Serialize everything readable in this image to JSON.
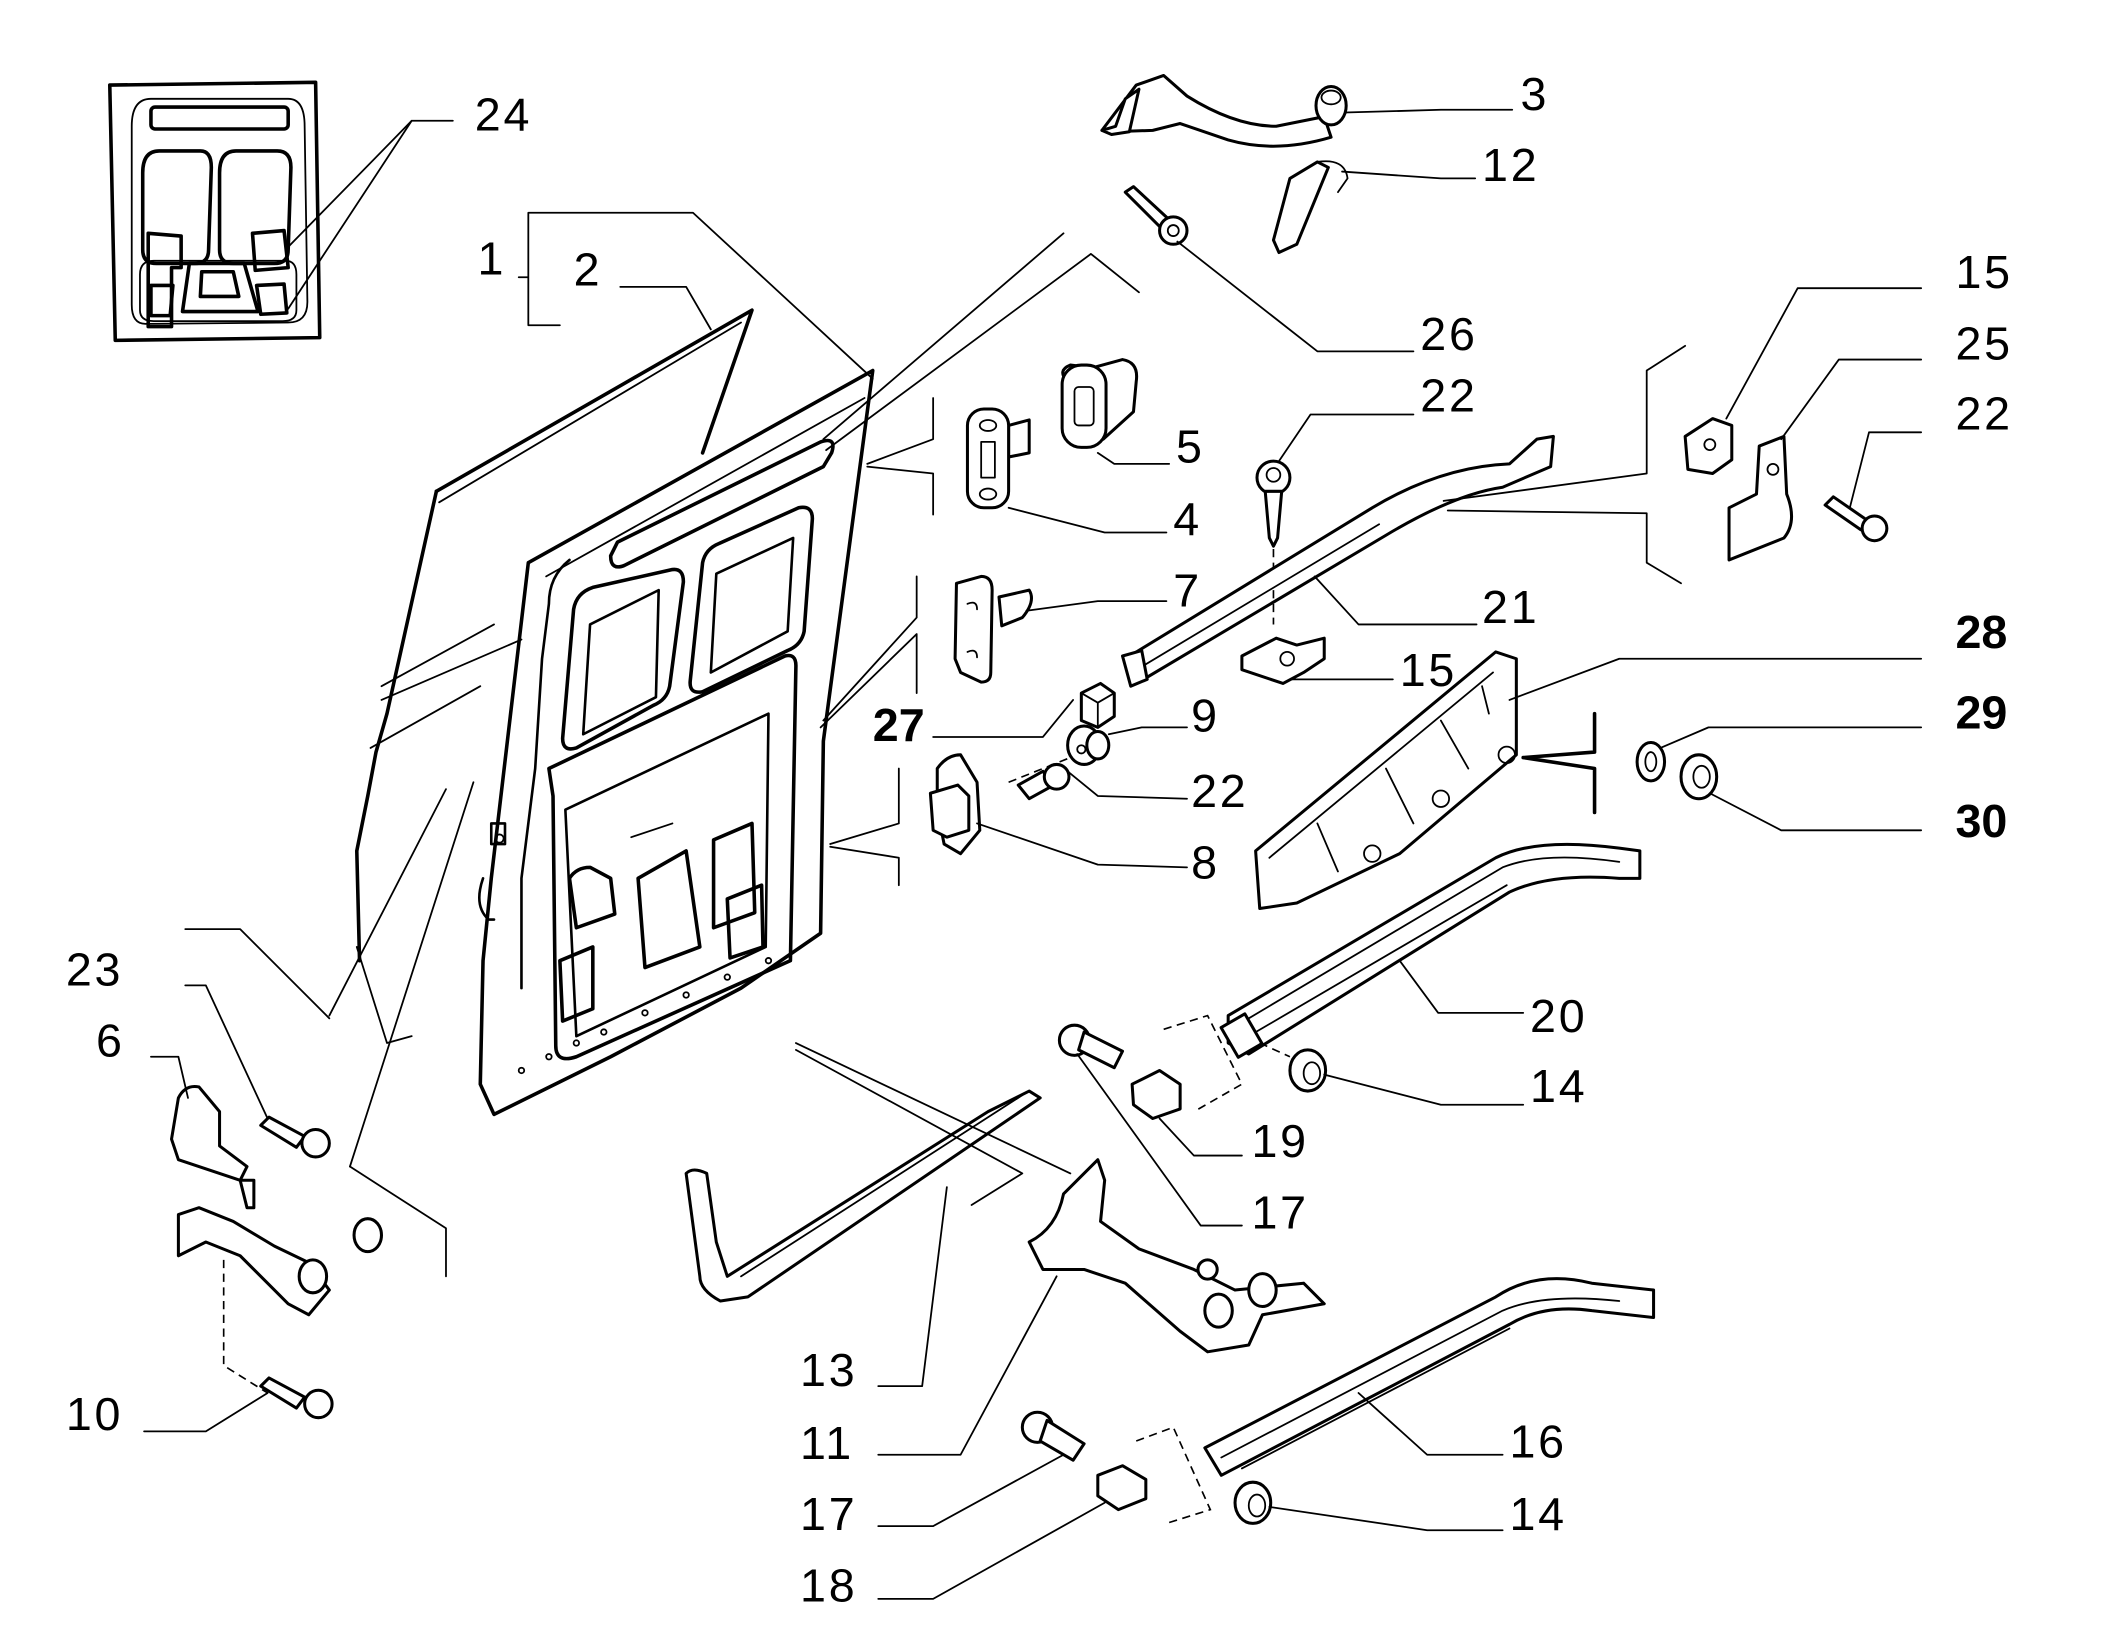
{
  "diagram": {
    "title": "Sliding side door exploded parts diagram",
    "type": "exploded-parts-view",
    "line_color": "#000000",
    "background": "#ffffff"
  },
  "callouts": {
    "c1": "1",
    "c2": "2",
    "c3": "3",
    "c4": "4",
    "c5": "5",
    "c6": "6",
    "c7": "7",
    "c8": "8",
    "c9": "9",
    "c10": "10",
    "c11": "11",
    "c12": "12",
    "c13": "13",
    "c14a": "14",
    "c14b": "14",
    "c15a": "15",
    "c15b": "15",
    "c16": "16",
    "c17a": "17",
    "c17b": "17",
    "c18": "18",
    "c19": "19",
    "c20": "20",
    "c21": "21",
    "c22a": "22",
    "c22b": "22",
    "c22c": "22",
    "c23": "23",
    "c24": "24",
    "c25": "25",
    "c26": "26",
    "c27": "27",
    "c28": "28",
    "c29": "29",
    "c30": "30"
  },
  "parts": [
    {
      "ref": "1",
      "name": "door-assembly"
    },
    {
      "ref": "2",
      "name": "outer-door-panel"
    },
    {
      "ref": "3",
      "name": "upper-roller-arm"
    },
    {
      "ref": "4",
      "name": "striker-plate"
    },
    {
      "ref": "5",
      "name": "rubber-buffer"
    },
    {
      "ref": "6",
      "name": "lower-hinge-bracket"
    },
    {
      "ref": "7",
      "name": "door-wedge"
    },
    {
      "ref": "8",
      "name": "bumper-plate"
    },
    {
      "ref": "9",
      "name": "spacer-washer"
    },
    {
      "ref": "10",
      "name": "screw"
    },
    {
      "ref": "11",
      "name": "center-roller-arm"
    },
    {
      "ref": "12",
      "name": "clip"
    },
    {
      "ref": "13",
      "name": "lower-guide-rail"
    },
    {
      "ref": "14",
      "name": "flange-nut"
    },
    {
      "ref": "15",
      "name": "cage-nut"
    },
    {
      "ref": "16",
      "name": "lower-track"
    },
    {
      "ref": "17",
      "name": "bolt"
    },
    {
      "ref": "18",
      "name": "end-stop"
    },
    {
      "ref": "19",
      "name": "end-stop-upper"
    },
    {
      "ref": "20",
      "name": "center-track"
    },
    {
      "ref": "21",
      "name": "upper-track"
    },
    {
      "ref": "22",
      "name": "screw"
    },
    {
      "ref": "23",
      "name": "screw"
    },
    {
      "ref": "24",
      "name": "plug"
    },
    {
      "ref": "25",
      "name": "bracket"
    },
    {
      "ref": "26",
      "name": "screw"
    },
    {
      "ref": "27",
      "name": "rubber-cap"
    },
    {
      "ref": "28",
      "name": "trim-cover"
    },
    {
      "ref": "29",
      "name": "washer"
    },
    {
      "ref": "30",
      "name": "nut"
    }
  ]
}
